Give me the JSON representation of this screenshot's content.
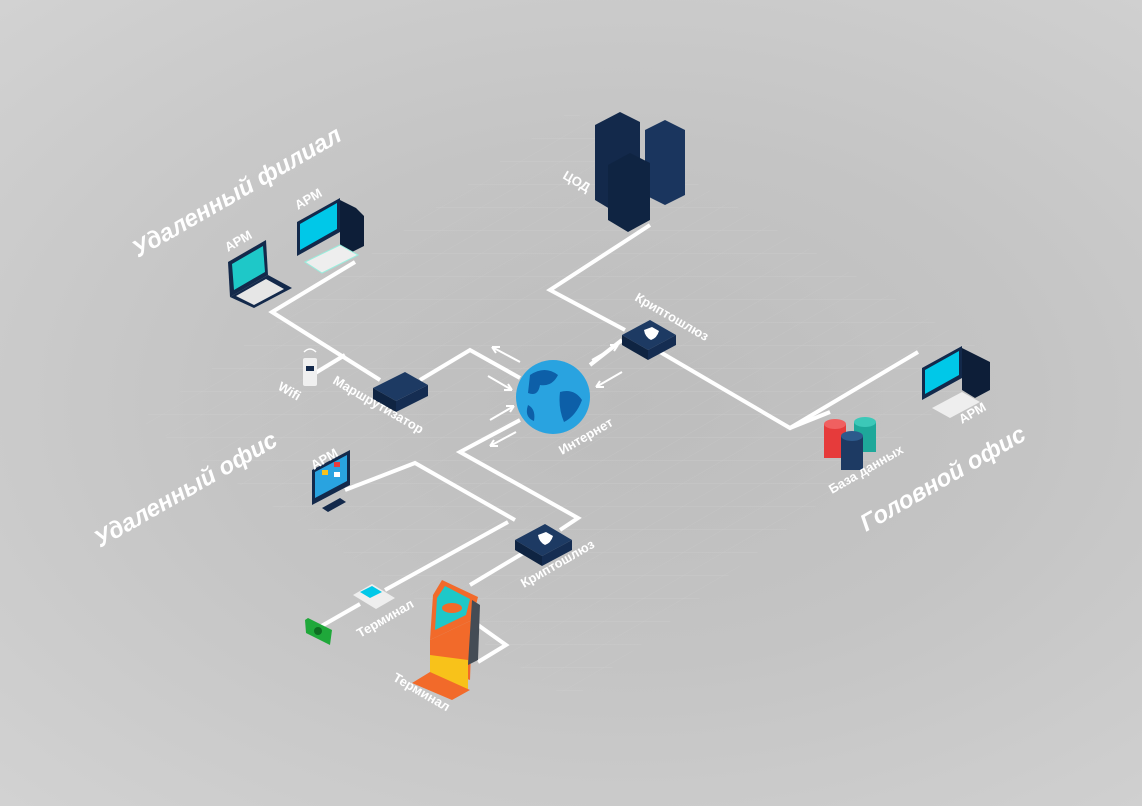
{
  "zones": {
    "remote_branch": "Удаленный филиал",
    "remote_office": "Удаленный офис",
    "head_office": "Головной офис"
  },
  "nodes": {
    "laptop": "APM",
    "desktop_branch": "APM",
    "wifi": "Wifi",
    "router": "Маршрутизатор",
    "internet": "Интернет",
    "datacenter": "ЦОД",
    "crypto_gateway_top": "Криптошлюз",
    "desktop_head": "APM",
    "database": "База данных",
    "monitor_office": "APM",
    "crypto_gateway_bottom": "Криптошлюз",
    "pos_terminal": "Терминал",
    "kiosk_terminal": "Терминал"
  },
  "colors": {
    "device_dark": "#13294b",
    "screen_cyan": "#00c8e8",
    "globe_blue": "#1e88d0",
    "kiosk_orange": "#f26a2a",
    "kiosk_yellow": "#f8c21a"
  }
}
